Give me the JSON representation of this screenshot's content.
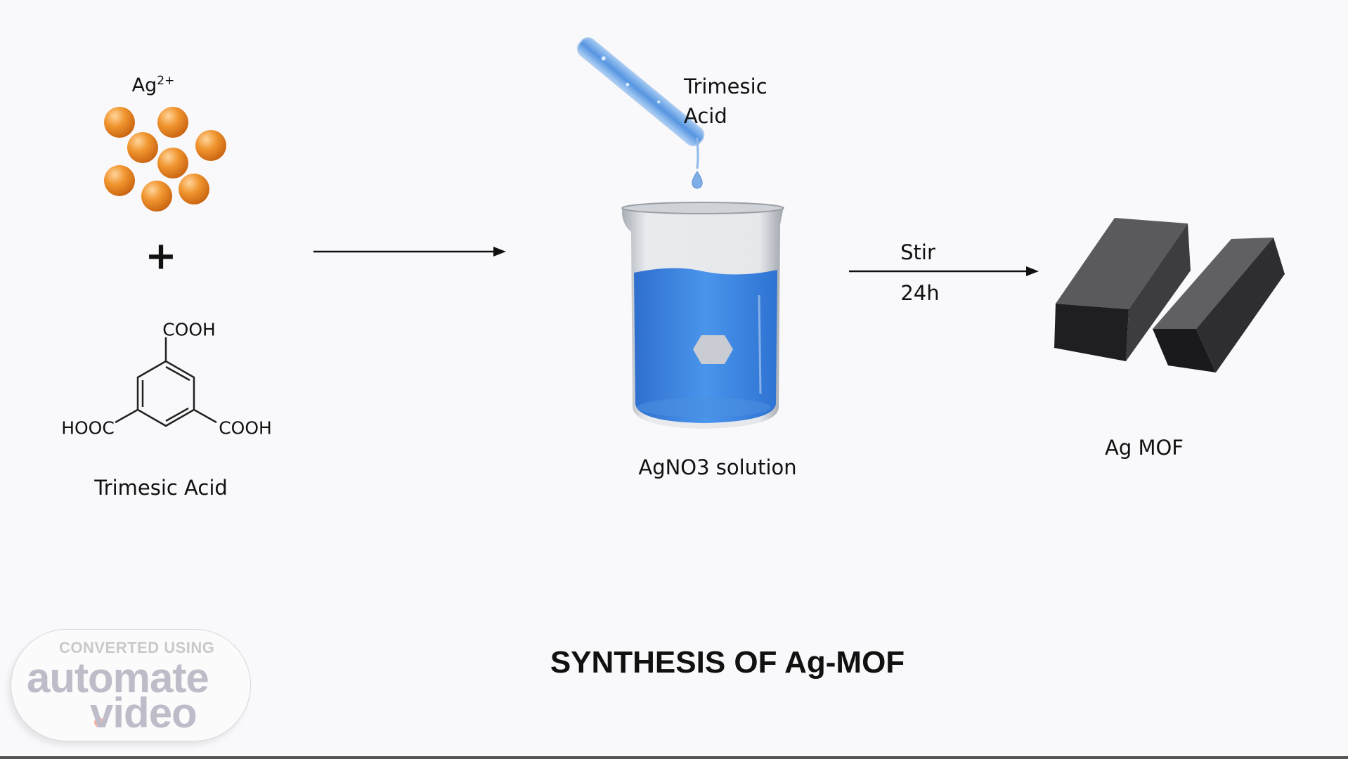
{
  "reactants": {
    "ion_label": "Ag",
    "ion_charge": "2+",
    "plus": "+",
    "ion_color": "#e8892a",
    "molecule": {
      "top_group": "COOH",
      "left_group": "HOOC",
      "right_group": "COOH",
      "name": "Trimesic Acid"
    }
  },
  "step1": {
    "pipette_label_line1": "Trimesic",
    "pipette_label_line2": "Acid",
    "beaker_label": "AgNO3 solution",
    "solution_color": "#3a86e0"
  },
  "step2": {
    "condition_top": "Stir",
    "condition_bottom": "24h"
  },
  "product": {
    "label": "Ag MOF"
  },
  "title": "SYNTHESIS OF Ag-MOF",
  "watermark": {
    "line1": "CONVERTED USING",
    "line2": "automate",
    "line3": "video"
  }
}
